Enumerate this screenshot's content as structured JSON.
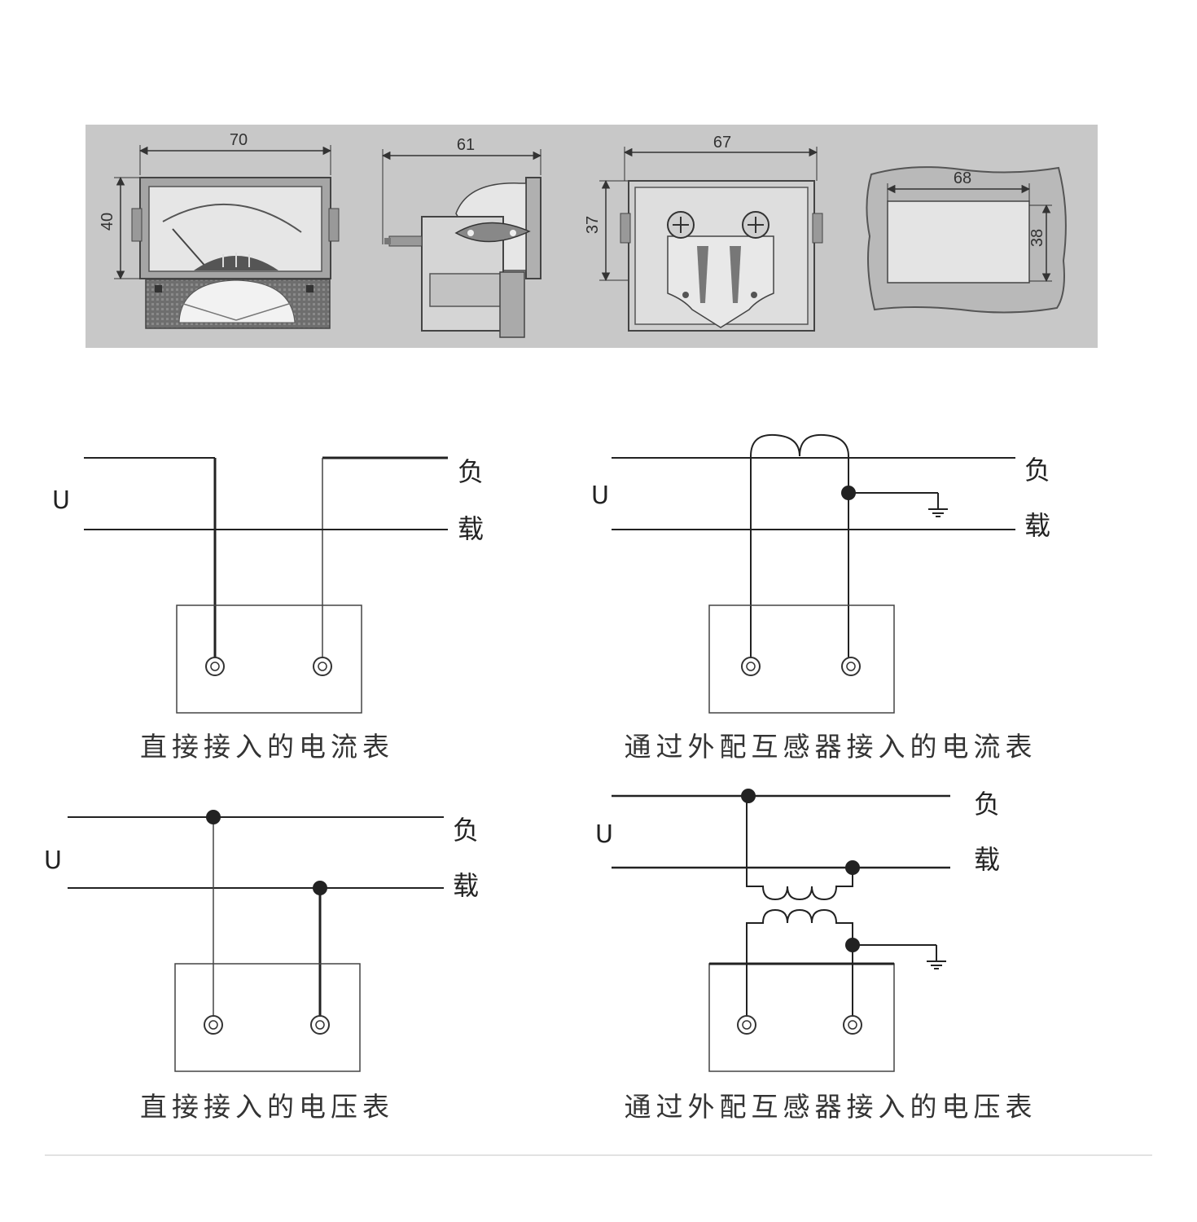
{
  "dimensions": {
    "front_width": "70",
    "front_height": "40",
    "side_depth": "61",
    "back_width": "67",
    "back_height": "37",
    "cutout_width": "68",
    "cutout_height": "38"
  },
  "diagrams": {
    "ammeter_direct": {
      "u_label": "U",
      "load_top": "负",
      "load_bottom": "载",
      "caption": "直接接入的电流表"
    },
    "ammeter_ct": {
      "u_label": "U",
      "load_top": "负",
      "load_bottom": "载",
      "caption": "通过外配互感器接入的电流表"
    },
    "voltmeter_direct": {
      "u_label": "U",
      "load_top": "负",
      "load_bottom": "载",
      "caption": "直接接入的电压表"
    },
    "voltmeter_pt": {
      "u_label": "U",
      "load_top": "负",
      "load_bottom": "载",
      "caption": "通过外配互感器接入的电压表"
    }
  }
}
